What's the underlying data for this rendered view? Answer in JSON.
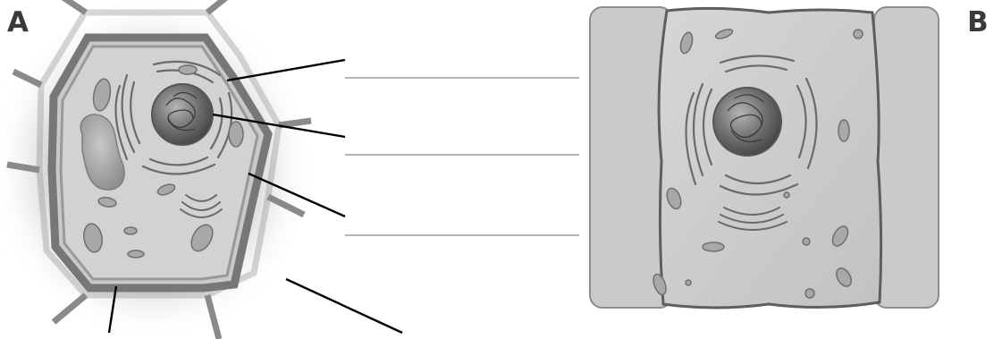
{
  "panels": {
    "a": {
      "letter": "A"
    },
    "b": {
      "letter": "B"
    }
  },
  "colors": {
    "background": "#ffffff",
    "cell_fill": "#cfcfcf",
    "wall_dark": "#7a7a7a",
    "membrane": "#8c8c8c",
    "organelle": "#9a9a9a",
    "nucleus": "#6e6e6e",
    "leader_line": "#000000",
    "answer_line": "#9a9a9a"
  },
  "icons": {
    "plant_cell": "plant-cell-illustration",
    "animal_cell": "animal-cell-illustration"
  }
}
